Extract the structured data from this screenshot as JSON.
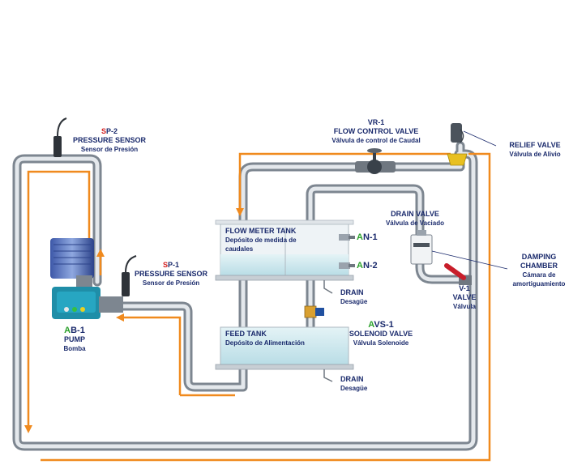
{
  "components": {
    "sp2": {
      "code_prefix": "S",
      "code_suffix": "P-2",
      "title": "PRESSURE SENSOR",
      "subtitle": "Sensor de Presión"
    },
    "sp1": {
      "code_prefix": "S",
      "code_suffix": "P-1",
      "title": "PRESSURE SENSOR",
      "subtitle": "Sensor de Presión"
    },
    "ab1": {
      "code_prefix": "A",
      "code_suffix": "B-1",
      "title": "PUMP",
      "subtitle": "Bomba"
    },
    "vr1": {
      "code": "VR-1",
      "title": "FLOW CONTROL VALVE",
      "subtitle": "Válvula de control de Caudal"
    },
    "relief": {
      "title": "RELIEF VALVE",
      "subtitle": "Válvula de Alivio"
    },
    "drain_valve": {
      "title": "DRAIN VALVE",
      "subtitle": "Válvula de Vaciado"
    },
    "damping": {
      "title_1": "DAMPING",
      "title_2": "CHAMBER",
      "subtitle_1": "Cámara de",
      "subtitle_2": "amortiguamiento"
    },
    "v1": {
      "code": "V-1",
      "title": "VALVE",
      "subtitle": "Válvula"
    },
    "flow_tank": {
      "title": "FLOW METER TANK",
      "subtitle_1": "Depósito de medida de",
      "subtitle_2": "caudales"
    },
    "an1": {
      "code_prefix": "A",
      "code_suffix": "N-1"
    },
    "an2": {
      "code_prefix": "A",
      "code_suffix": "N-2"
    },
    "drain1": {
      "title": "DRAIN",
      "subtitle": "Desagüe"
    },
    "avs1": {
      "code_prefix": "A",
      "code_suffix": "VS-1",
      "title": "SOLENOID VALVE",
      "subtitle": "Válvula Solenoide"
    },
    "feed_tank": {
      "title": "FEED TANK",
      "subtitle": "Depósito de Alimentación"
    },
    "drain2": {
      "title": "DRAIN",
      "subtitle": "Desagüe"
    }
  },
  "colors": {
    "label_navy": "#1a2a6c",
    "code_red": "#d42020",
    "code_green": "#2aa02a",
    "flow_orange": "#f08a1e",
    "pipe_gray": "#9aa3ad",
    "water": "#cfe9ef",
    "relief_yellow": "#e8c020",
    "valve_red": "#c81e2a"
  }
}
